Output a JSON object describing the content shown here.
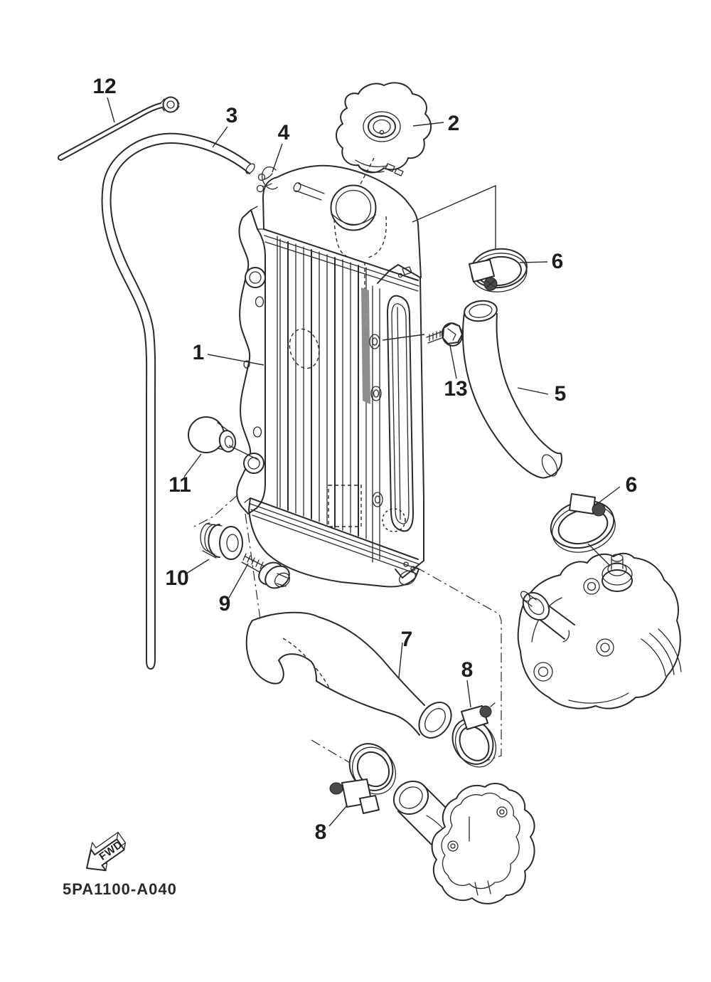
{
  "diagram": {
    "ink": "#2a2a2a",
    "background": "#ffffff",
    "code_label": "5PA1100-A040",
    "fwd_label": "FWD",
    "callouts": {
      "c1": "1",
      "c2": "2",
      "c3": "3",
      "c4": "4",
      "c5": "5",
      "c6a": "6",
      "c6b": "6",
      "c7": "7",
      "c8a": "8",
      "c8b": "8",
      "c9": "9",
      "c10": "10",
      "c11": "11",
      "c12": "12",
      "c13": "13"
    }
  }
}
